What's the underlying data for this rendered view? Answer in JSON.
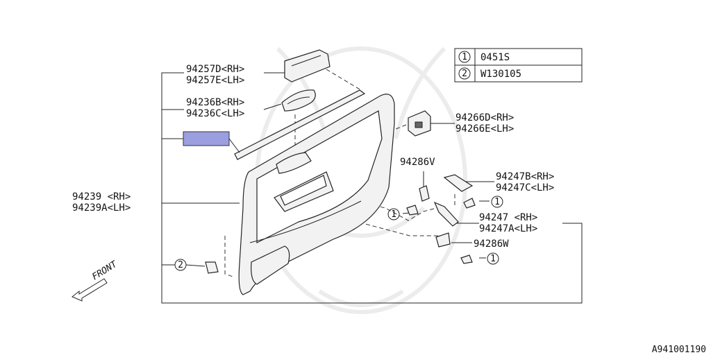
{
  "legend": {
    "rows": [
      {
        "num": "1",
        "code": "0451S"
      },
      {
        "num": "2",
        "code": "W130105"
      }
    ]
  },
  "parts": {
    "p94257": [
      "94257D<RH>",
      "94257E<LH>"
    ],
    "p94236": [
      "94236B<RH>",
      "94236C<LH>"
    ],
    "p94239": [
      "94239 <RH>",
      "94239A<LH>"
    ],
    "p94266": [
      "94266D<RH>",
      "94266E<LH>"
    ],
    "p94286v": "94286V",
    "p94247bc": [
      "94247B<RH>",
      "94247C<LH>"
    ],
    "p94247": [
      "94247 <RH>",
      "94247A<LH>"
    ],
    "p94286w": "94286W"
  },
  "callouts": {
    "c1": "1",
    "c2": "2"
  },
  "front_label": "FRONT",
  "diagram_id": "A941001190",
  "colors": {
    "highlight": "#9b9fe0",
    "line": "#222222",
    "watermark": "#ececec"
  }
}
